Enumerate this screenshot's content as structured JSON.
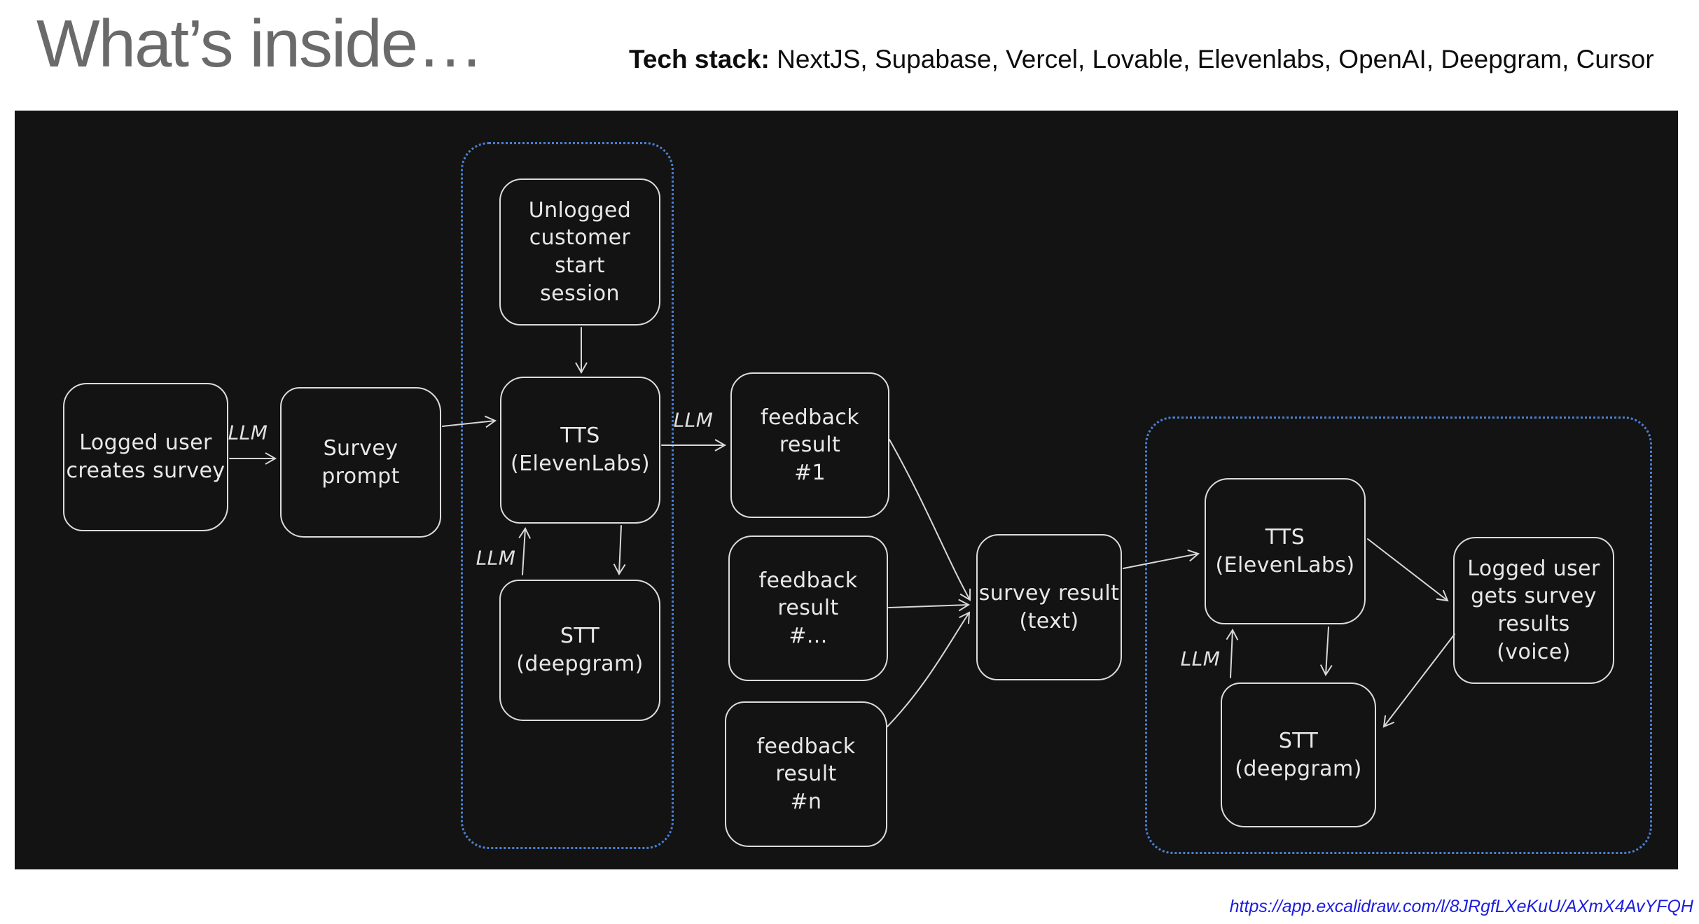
{
  "header": {
    "title": "What’s inside…",
    "tech_stack_label": "Tech stack:",
    "tech_stack_items": " NextJS, Supabase, Vercel, Lovable, Elevenlabs, OpenAI, Deepgram, Cursor"
  },
  "footer": {
    "link": "https://app.excalidraw.com/l/8JRgfLXeKuU/AXmX4AvYFQH"
  },
  "colors": {
    "panel_background": "#131313",
    "node_stroke": "#dcdcdc",
    "node_text": "#e8e8e8",
    "group_dotted_border": "#4b80d2",
    "title_gray": "#6a6a6a",
    "link_blue": "#1d1ddf"
  },
  "diagram": {
    "nodes": {
      "logged_user": "Logged user\ncreates survey",
      "survey_prompt": "Survey prompt",
      "unlogged_customer": "Unlogged\ncustomer start\nsession",
      "tts_left": "TTS\n(ElevenLabs)",
      "stt_left": "STT\n(deepgram)",
      "feedback_1": "feedback\nresult\n#1",
      "feedback_dots": "feedback\nresult\n#...",
      "feedback_n": "feedback\nresult\n#n",
      "survey_result": "survey result\n(text)",
      "tts_right": "TTS\n(ElevenLabs)",
      "stt_right": "STT\n(deepgram)",
      "logged_user_results": "Logged user\ngets survey\nresults\n(voice)"
    },
    "labels": {
      "llm_a": "LLM",
      "llm_b": "LLM",
      "llm_c": "LLM",
      "llm_d": "LLM"
    }
  }
}
